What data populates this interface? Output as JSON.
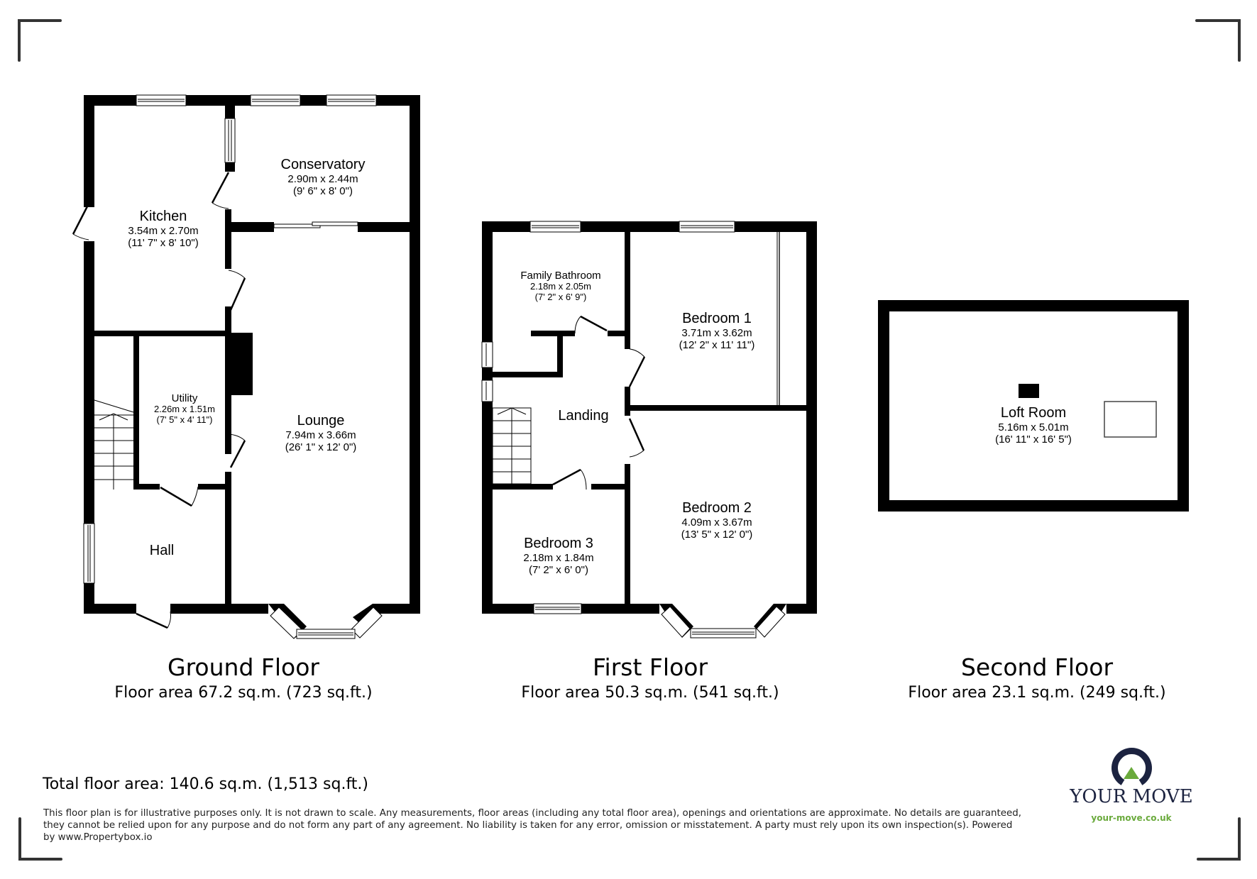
{
  "ground_floor": {
    "title": "Ground Floor",
    "area": "Floor area 67.2 sq.m. (723 sq.ft.)",
    "rooms": [
      {
        "name": "Conservatory",
        "dim_m": "2.90m x 2.44m",
        "dim_ft": "(9' 6\" x 8' 0\")"
      },
      {
        "name": "Kitchen",
        "dim_m": "3.54m x 2.70m",
        "dim_ft": "(11' 7\" x 8' 10\")"
      },
      {
        "name": "Utility",
        "dim_m": "2.26m x 1.51m",
        "dim_ft": "(7' 5\" x 4' 11\")"
      },
      {
        "name": "Lounge",
        "dim_m": "7.94m x 3.66m",
        "dim_ft": "(26' 1\" x 12' 0\")"
      },
      {
        "name": "Hall"
      }
    ]
  },
  "first_floor": {
    "title": "First Floor",
    "area": "Floor area 50.3 sq.m. (541 sq.ft.)",
    "rooms": [
      {
        "name": "Family Bathroom",
        "dim_m": "2.18m x 2.05m",
        "dim_ft": "(7' 2\" x 6' 9\")"
      },
      {
        "name": "Bedroom 1",
        "dim_m": "3.71m x 3.62m",
        "dim_ft": "(12' 2\" x 11' 11\")"
      },
      {
        "name": "Landing"
      },
      {
        "name": "Bedroom 2",
        "dim_m": "4.09m x 3.67m",
        "dim_ft": "(13' 5\" x 12' 0\")"
      },
      {
        "name": "Bedroom 3",
        "dim_m": "2.18m x 1.84m",
        "dim_ft": "(7' 2\" x 6' 0\")"
      }
    ]
  },
  "second_floor": {
    "title": "Second Floor",
    "area": "Floor area 23.1 sq.m. (249 sq.ft.)",
    "rooms": [
      {
        "name": "Loft Room",
        "dim_m": "5.16m x 5.01m",
        "dim_ft": "(16' 11\" x 16' 5\")"
      }
    ]
  },
  "total_area": "Total floor area: 140.6 sq.m. (1,513 sq.ft.)",
  "disclaimer": "This floor plan is for illustrative purposes only. It is not drawn to scale. Any measurements, floor areas (including any total floor area), openings and orientations are approximate. No details are guaranteed, they cannot be relied upon for any purpose and do not form any part of any agreement. No liability is taken for any error, omission or misstatement. A party must rely upon its own inspection(s). Powered by www.Propertybox.io",
  "branding": {
    "name": "YOUR MOVE",
    "url": "your-move.co.uk",
    "colors": {
      "navy": "#1c2340",
      "green": "#6aaa3c"
    }
  },
  "icons": [
    "crop-corner-mark",
    "window-symbol",
    "door-swing",
    "staircase",
    "chimney-breast",
    "skylight",
    "logo-ring-icon"
  ]
}
